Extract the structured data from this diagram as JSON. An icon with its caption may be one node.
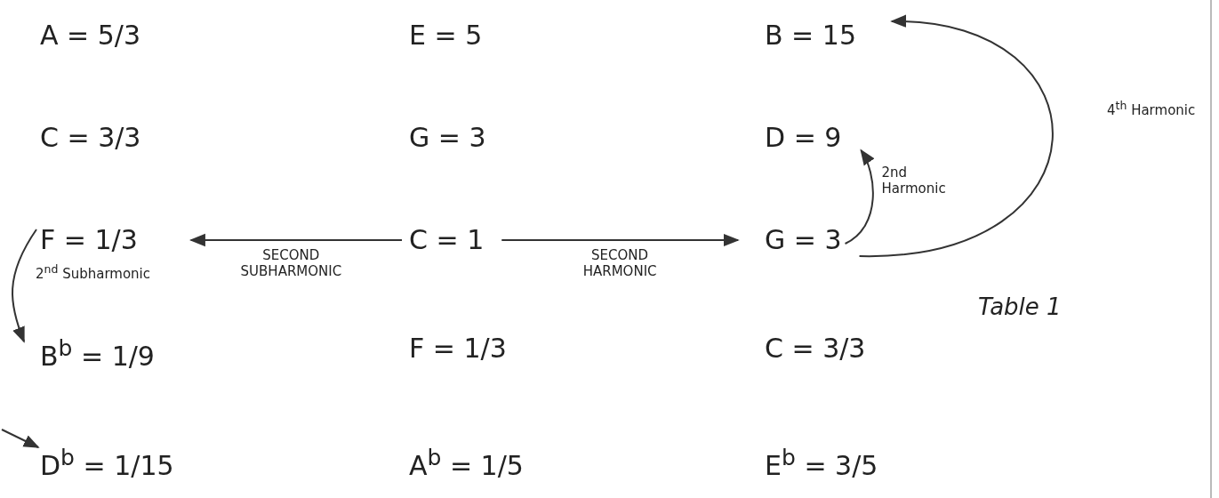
{
  "diagram": {
    "nodes": [
      {
        "text": [
          "A = 5/3"
        ]
      },
      {
        "text": [
          "E = 5"
        ]
      },
      {
        "text": [
          "B = 15"
        ]
      },
      {
        "text": [
          "C = 3/3"
        ]
      },
      {
        "text": [
          "G = 3"
        ]
      },
      {
        "text": [
          "D = 9"
        ]
      },
      {
        "text": [
          "F = 1/3"
        ]
      },
      {
        "text": [
          "C = 1"
        ]
      },
      {
        "text": [
          "G = 3"
        ]
      },
      {
        "text": [
          "B$^{b}$ = 1/9"
        ]
      },
      {
        "text": [
          "F = 1/3"
        ]
      },
      {
        "text": [
          "C = 3/3"
        ]
      },
      {
        "text": [
          "D$^{b}$ = 1/15"
        ]
      },
      {
        "text": [
          "A$^{b}$ = 1/5"
        ]
      },
      {
        "text": [
          "E$^{b}$ = 3/5"
        ]
      }
    ],
    "edges": [
      {
        "from": 7,
        "to": 6,
        "arrow": "to",
        "label": "SECOND SUBHARMONIC"
      },
      {
        "from": 7,
        "to": 8,
        "arrow": "to",
        "label": "SECOND HARMONIC"
      },
      {
        "from": 8,
        "to": 5,
        "arrow": "to",
        "label": "2nd Harmonic"
      },
      {
        "from": 8,
        "to": 2,
        "arrow": "to",
        "label": "4$^{th}$ Harmonic"
      },
      {
        "from": 6,
        "to": 9,
        "arrow": "to",
        "label": "2$^{nd}$ Subharmonic"
      },
      {
        "from": null,
        "to": 12,
        "arrow": "to"
      }
    ],
    "labels": [
      "Table 1"
    ]
  }
}
